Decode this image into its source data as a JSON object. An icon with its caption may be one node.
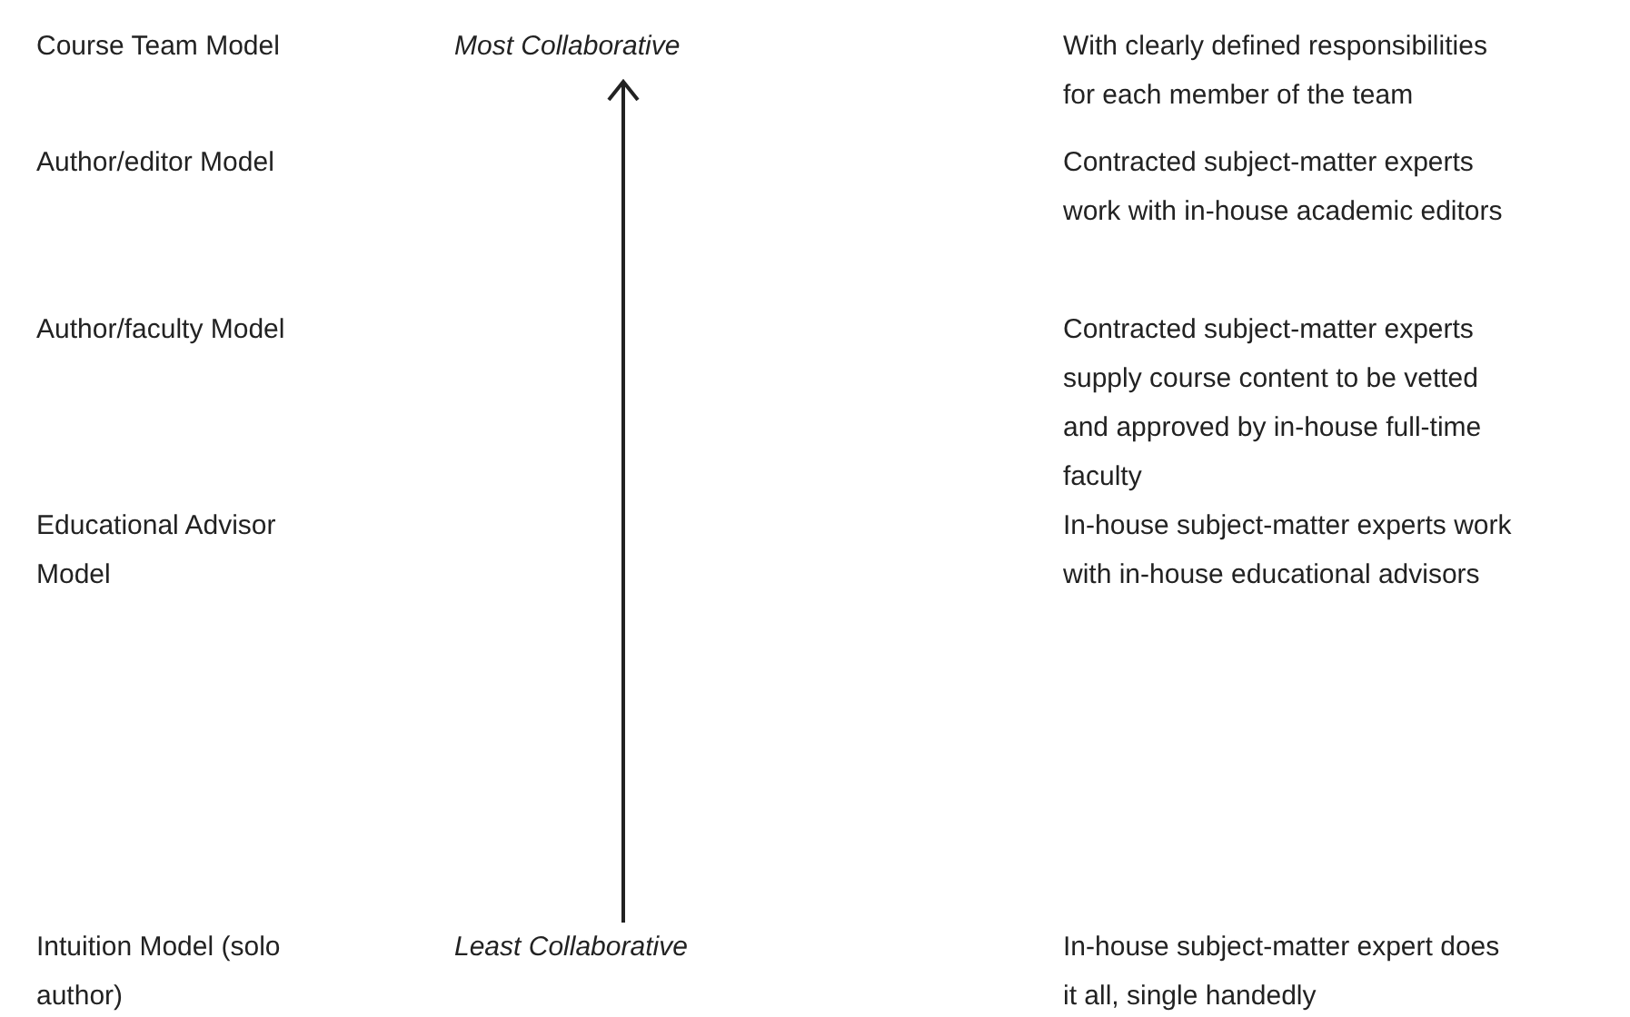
{
  "diagram": {
    "nodes": [
      {
        "text": [
          "Most Collaborative"
        ]
      },
      {
        "text": [
          "Least Collaborative"
        ]
      }
    ],
    "edges": [
      {
        "from": 1,
        "to": 0,
        "arrow": "to"
      }
    ],
    "labels": [
      "Course Team Model",
      "With clearly defined responsibilities for each member of the team",
      "Author/editor Model",
      "Contracted subject-matter experts work with in-house academic editors",
      "Author/faculty Model",
      "Contracted subject-matter experts supply course content to be vetted and approved by in-house full-time faculty",
      "Educational Advisor Model",
      "In-house subject-matter experts work with in-house educational advisors",
      "Intuition Model (solo author)",
      "In-house subject-matter expert does it all, single handedly"
    ]
  }
}
